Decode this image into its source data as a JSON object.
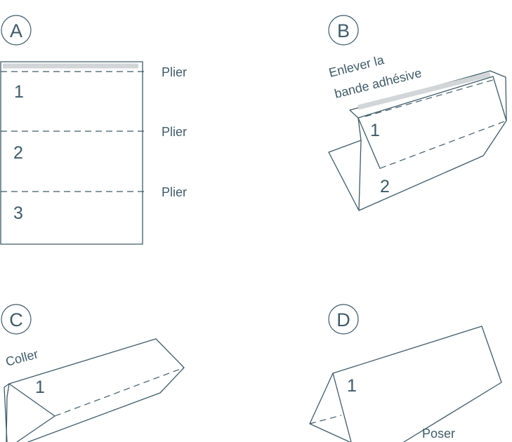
{
  "steps": {
    "a": {
      "letter": "A",
      "fold_labels": [
        "Plier",
        "Plier",
        "Plier"
      ],
      "panel_numbers": [
        "1",
        "2",
        "3"
      ]
    },
    "b": {
      "letter": "B",
      "instruction_line1": "Enlever la",
      "instruction_line2": "bande adhésive",
      "panel_numbers": [
        "1",
        "2"
      ]
    },
    "c": {
      "letter": "C",
      "instruction": "Coller",
      "panel_numbers": [
        "1"
      ]
    },
    "d": {
      "letter": "D",
      "instruction": "Poser",
      "panel_numbers": [
        "1"
      ]
    }
  }
}
